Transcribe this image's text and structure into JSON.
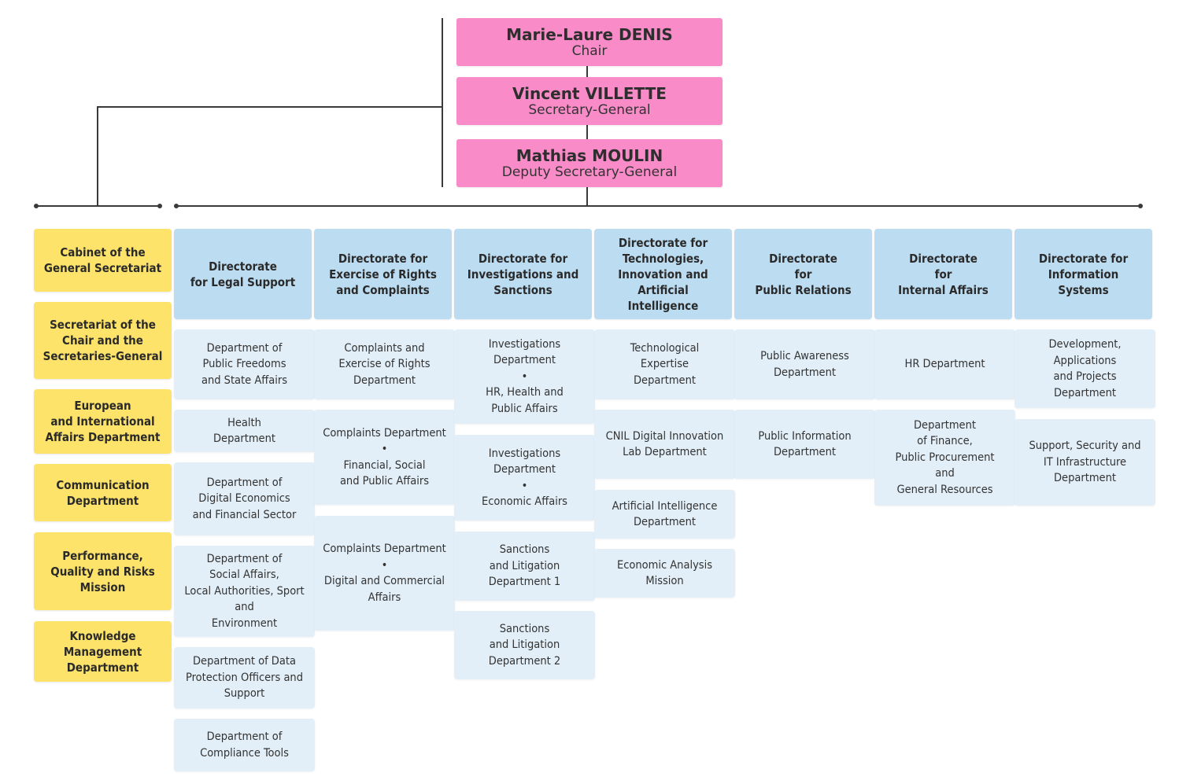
{
  "executives": [
    {
      "name": "Marie-Laure DENIS",
      "role": "Chair"
    },
    {
      "name": "Vincent VILLETTE",
      "role": "Secretary-General"
    },
    {
      "name": "Mathias MOULIN",
      "role": "Deputy Secretary-General"
    }
  ],
  "general_secretariat_units": [
    "Cabinet of the\nGeneral Secretariat",
    "Secretariat of the\nChair and the\nSecretaries-General",
    "European\nand International\nAffairs Department",
    "Communication\nDepartment",
    "Performance,\nQuality and Risks\nMission",
    "Knowledge\nManagement\nDepartment"
  ],
  "directorates": [
    {
      "title": "Directorate\nfor Legal Support",
      "departments": [
        "Department of\nPublic Freedoms\nand State Affairs",
        "Health\nDepartment",
        "Department of\nDigital Economics\nand Financial Sector",
        "Department of\nSocial Affairs,\nLocal Authorities, Sport\nand\nEnvironment",
        "Department of Data\nProtection Officers and\nSupport",
        "Department of\nCompliance Tools"
      ]
    },
    {
      "title": "Directorate for\nExercise of Rights\nand Complaints",
      "departments": [
        "Complaints and\nExercise of Rights\nDepartment",
        "Complaints Department\n•\nFinancial, Social\nand Public Affairs",
        "Complaints Department\n•\nDigital and Commercial\nAffairs"
      ]
    },
    {
      "title": "Directorate for\nInvestigations and\nSanctions",
      "departments": [
        "Investigations\nDepartment\n•\nHR, Health and\nPublic Affairs",
        "Investigations\nDepartment\n•\nEconomic Affairs",
        "Sanctions\nand Litigation\nDepartment 1",
        "Sanctions\nand Litigation\nDepartment 2"
      ]
    },
    {
      "title": "Directorate for\nTechnologies,\nInnovation and\nArtificial\nIntelligence",
      "departments": [
        "Technological\nExpertise\nDepartment",
        "CNIL Digital Innovation\nLab Department",
        "Artificial Intelligence\nDepartment",
        "Economic Analysis\nMission"
      ]
    },
    {
      "title": "Directorate\nfor\nPublic Relations",
      "departments": [
        "Public Awareness\nDepartment",
        "Public Information\nDepartment"
      ]
    },
    {
      "title": "Directorate\nfor\nInternal Affairs",
      "departments": [
        "HR Department",
        "Department\nof Finance,\nPublic Procurement\nand\nGeneral Resources"
      ]
    },
    {
      "title": "Directorate for\nInformation\nSystems",
      "departments": [
        "Development,\nApplications\nand Projects\nDepartment",
        "Support, Security and\nIT Infrastructure\nDepartment"
      ]
    }
  ],
  "colors": {
    "executive": "#f98bc8",
    "general_secretariat": "#fde36a",
    "directorate_header": "#bcdcf1",
    "department": "#e2eff8",
    "connector": "#3a3a3a"
  }
}
